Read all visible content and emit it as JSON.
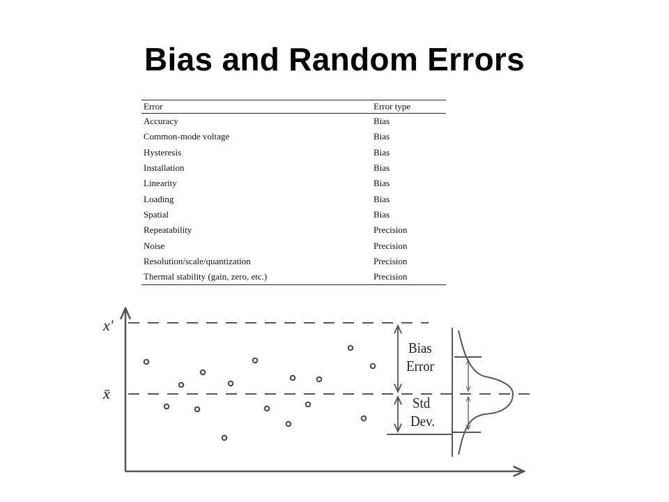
{
  "title": "Bias and Random Errors",
  "table": {
    "headers": [
      "Error",
      "Error type"
    ],
    "rows": [
      [
        "Accuracy",
        "Bias"
      ],
      [
        "Common-mode voltage",
        "Bias"
      ],
      [
        "Hysteresis",
        "Bias"
      ],
      [
        "Installation",
        "Bias"
      ],
      [
        "Linearity",
        "Bias"
      ],
      [
        "Loading",
        "Bias"
      ],
      [
        "Spatial",
        "Bias"
      ],
      [
        "Repeatability",
        "Precision"
      ],
      [
        "Noise",
        "Precision"
      ],
      [
        "Resolution/scale/quantization",
        "Precision"
      ],
      [
        "Thermal stability (gain, zero, etc.)",
        "Precision"
      ]
    ]
  },
  "diagram": {
    "labels": {
      "true_value": "x'",
      "mean_value": "x̄",
      "bias_line1": "Bias",
      "bias_line2": "Error",
      "std_line1": "Std",
      "std_line2": "Dev."
    },
    "stroke_color": "#555555",
    "point_color": "#444444"
  }
}
